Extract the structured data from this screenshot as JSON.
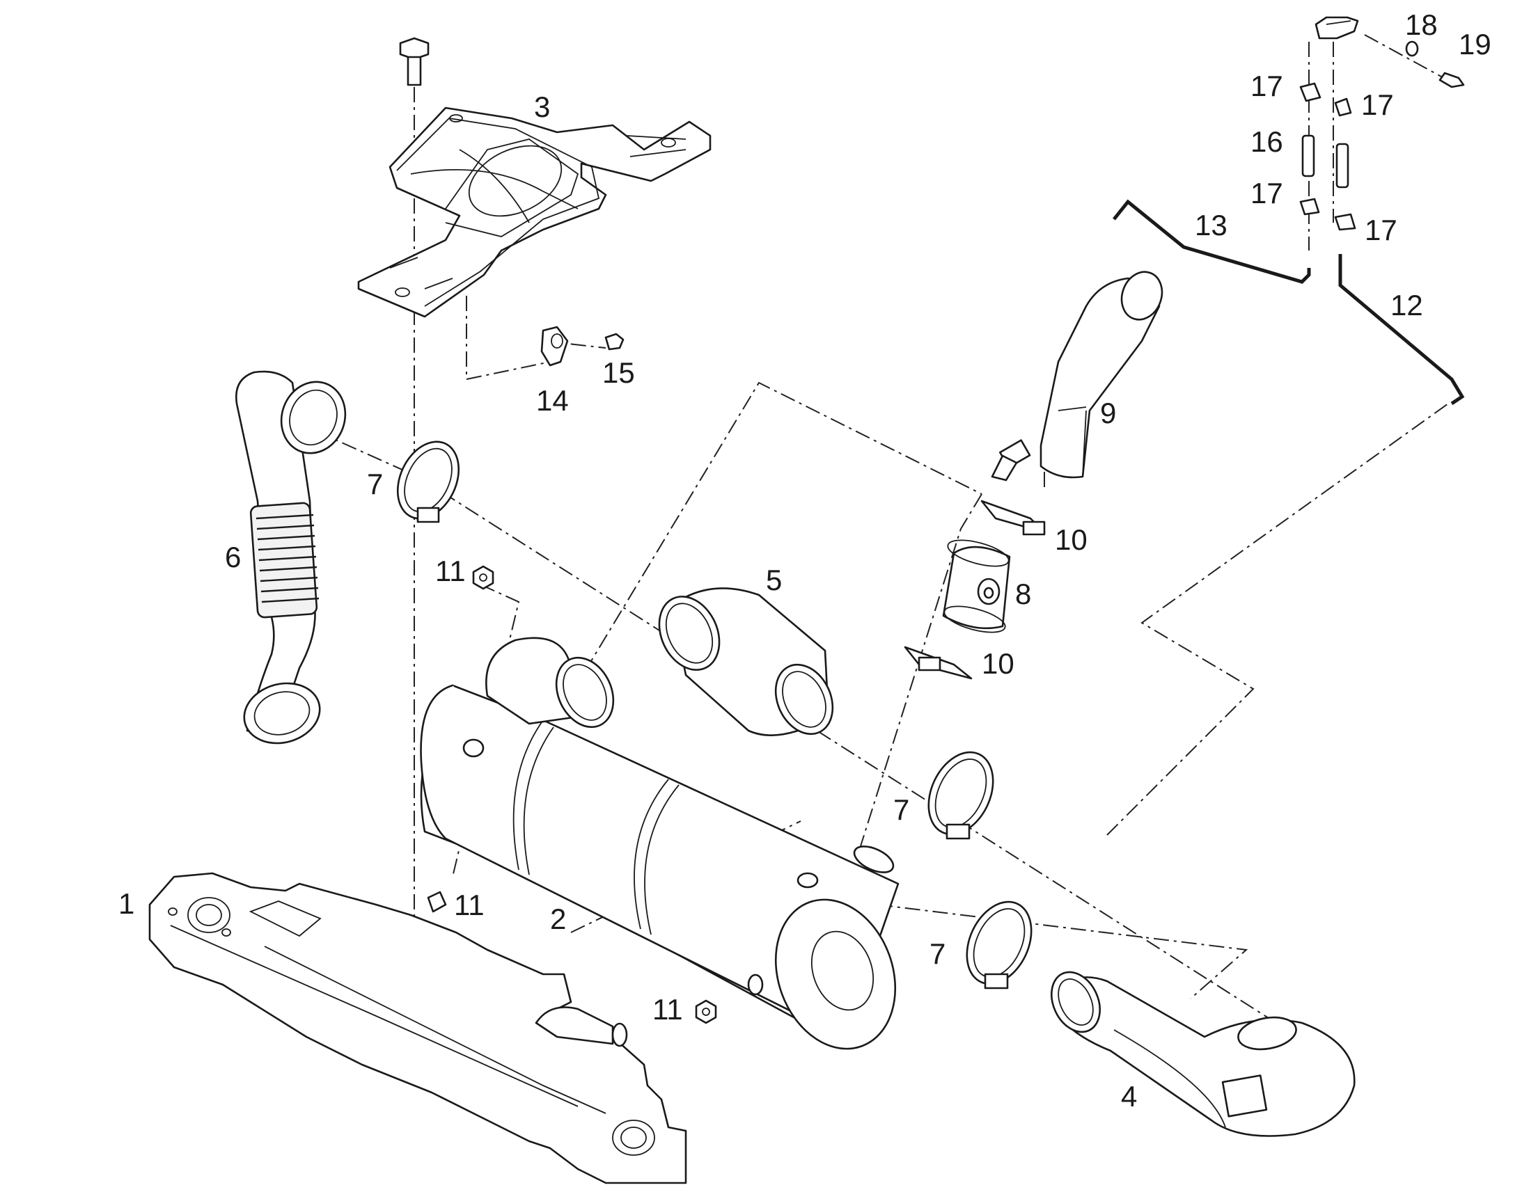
{
  "callouts": [
    {
      "id": "c1",
      "text": "1"
    },
    {
      "id": "c2",
      "text": "2"
    },
    {
      "id": "c3",
      "text": "3"
    },
    {
      "id": "c4",
      "text": "4"
    },
    {
      "id": "c5",
      "text": "5"
    },
    {
      "id": "c6",
      "text": "6"
    },
    {
      "id": "c7a",
      "text": "7"
    },
    {
      "id": "c7b",
      "text": "7"
    },
    {
      "id": "c7c",
      "text": "7"
    },
    {
      "id": "c8",
      "text": "8"
    },
    {
      "id": "c9",
      "text": "9"
    },
    {
      "id": "c10a",
      "text": "10"
    },
    {
      "id": "c10b",
      "text": "10"
    },
    {
      "id": "c11a",
      "text": "11"
    },
    {
      "id": "c11b",
      "text": "11"
    },
    {
      "id": "c11c",
      "text": "11"
    },
    {
      "id": "c12",
      "text": "12"
    },
    {
      "id": "c13",
      "text": "13"
    },
    {
      "id": "c14",
      "text": "14"
    },
    {
      "id": "c15",
      "text": "15"
    },
    {
      "id": "c16",
      "text": "16"
    },
    {
      "id": "c17a",
      "text": "17"
    },
    {
      "id": "c17b",
      "text": "17"
    },
    {
      "id": "c17c",
      "text": "17"
    },
    {
      "id": "c17d",
      "text": "17"
    },
    {
      "id": "c18",
      "text": "18"
    },
    {
      "id": "c19",
      "text": "19"
    }
  ]
}
